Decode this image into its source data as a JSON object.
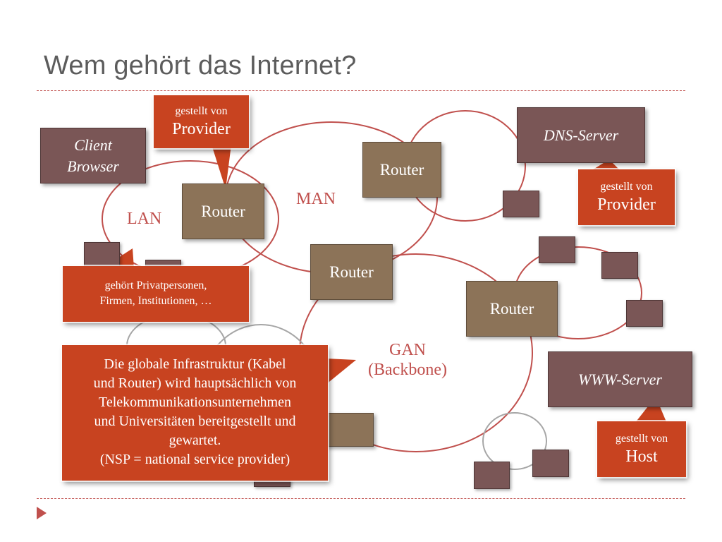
{
  "title": "Wem gehört das Internet?",
  "routers": [
    "Router",
    "Router",
    "Router",
    "Router"
  ],
  "servers": {
    "client_line1": "Client",
    "client_line2": "Browser",
    "dns": "DNS-Server",
    "www": "WWW-Server"
  },
  "networks": {
    "lan": "LAN",
    "man": "MAN",
    "gan_line1": "GAN",
    "gan_line2": "(Backbone)"
  },
  "callouts": {
    "provider_top": {
      "small": "gestellt von",
      "big": "Provider"
    },
    "provider_dns": {
      "small": "gestellt von",
      "big": "Provider"
    },
    "host": {
      "small": "gestellt von",
      "big": "Host"
    },
    "lan_owner": {
      "line1": "gehört Privatpersonen,",
      "line2": "Firmen, Institutionen, …"
    },
    "infrastructure": {
      "line1": "Die globale Infrastruktur (Kabel",
      "line2": "und Router) wird hauptsächlich von",
      "line3": "Telekommunikationsunternehmen",
      "line4": "und Universitäten bereitgestellt und",
      "line5": "gewartet.",
      "line6": "(NSP = national service provider)"
    }
  },
  "colors": {
    "accent": "#c0504d",
    "callout": "#c84320",
    "router": "#8c7358",
    "server": "#7a5656",
    "title": "#5c5c5c"
  }
}
